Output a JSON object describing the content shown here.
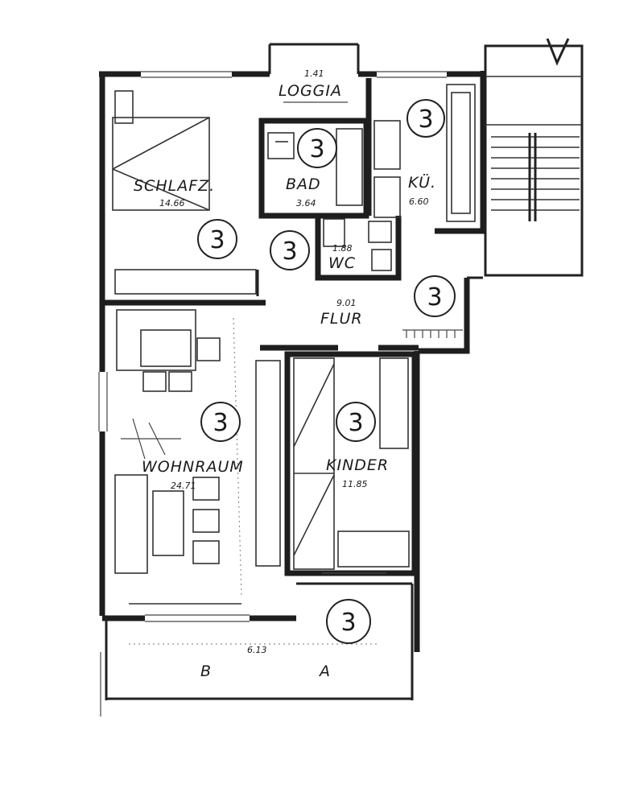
{
  "rooms": {
    "loggia": {
      "area": "1.41",
      "name": "LOGGIA"
    },
    "bad": {
      "name": "BAD",
      "area": "3.64"
    },
    "kueche": {
      "name": "KÜ.",
      "area": "6.60"
    },
    "schlafzimmer": {
      "name": "SCHLAFZ.",
      "area": "14.66"
    },
    "wc": {
      "area": "1.88",
      "name": "WC"
    },
    "flur": {
      "area": "9.01",
      "name": "FLUR"
    },
    "wohnraum": {
      "name": "WOHNRAUM",
      "area": "24.71"
    },
    "kinder": {
      "name": "KINDER",
      "area": "11.85"
    },
    "balkon": {
      "area": "6.13"
    }
  },
  "balcony_labels": {
    "b": "B",
    "a": "A"
  },
  "markers": {
    "value": "3"
  }
}
